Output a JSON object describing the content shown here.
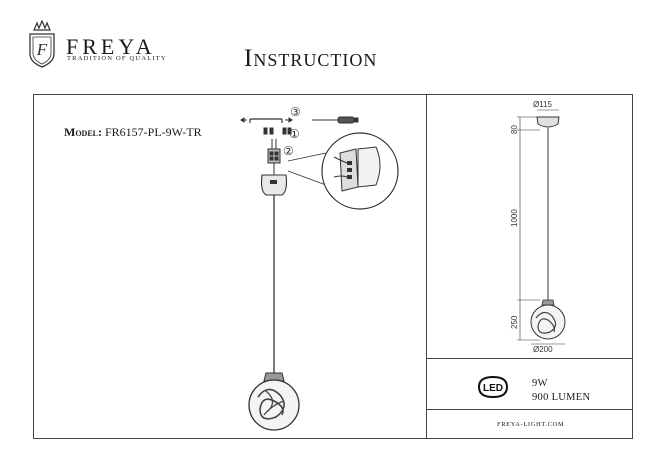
{
  "header": {
    "brand": "FREYA",
    "tagline": "TRADITION OF QUALITY",
    "title": "Instruction"
  },
  "model": {
    "label": "Model:",
    "value": "FR6157-PL-9W-TR"
  },
  "dimensions": {
    "canopy_diameter": "Ø115",
    "canopy_height": "80",
    "cord_length": "1000",
    "shade_height": "250",
    "shade_diameter": "Ø200"
  },
  "assembly_steps": {
    "step1": "①",
    "step2": "②",
    "step3": "③"
  },
  "specs": {
    "led_badge": "LED",
    "power": "9W",
    "lumen": "900 LUMEN"
  },
  "footer": {
    "website": "FREYA-LIGHT.COM"
  }
}
